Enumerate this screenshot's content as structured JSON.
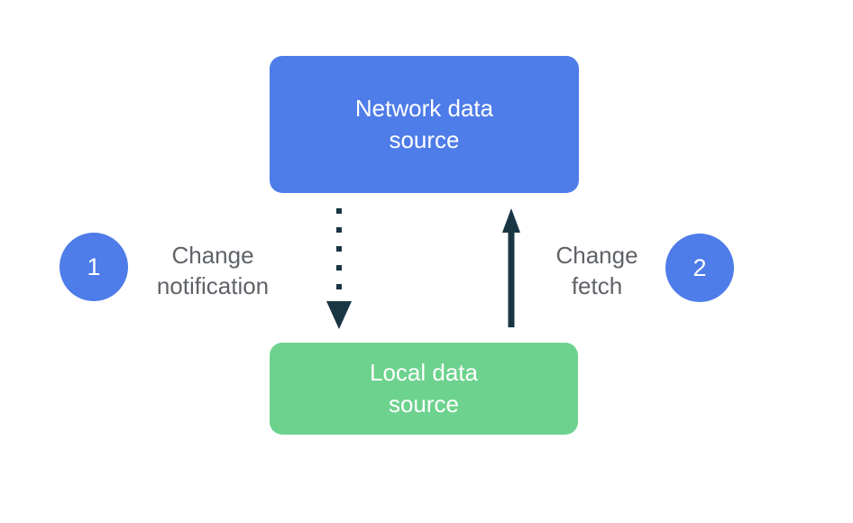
{
  "diagram": {
    "description": "Network to local data source synchronization diagram",
    "colors": {
      "background": "#ffffff",
      "network_box": "#4e7ce8",
      "local_box": "#6dd28e",
      "step_circle": "#4e7ce8",
      "arrow_dark": "#1a3544",
      "label_gray": "#5f6368",
      "box_text": "#ffffff"
    },
    "nodes": {
      "network": {
        "label": "Network data\nsource"
      },
      "local": {
        "label": "Local data\nsource"
      }
    },
    "steps": {
      "notification": {
        "number": "1",
        "label": "Change\nnotification"
      },
      "fetch": {
        "number": "2",
        "label": "Change\nfetch"
      }
    },
    "arrows": {
      "notification": {
        "style": "dotted",
        "direction": "down",
        "from": "Network data source",
        "to": "Local data source"
      },
      "fetch": {
        "style": "solid",
        "direction": "up",
        "from": "Local data source",
        "to": "Network data source"
      }
    }
  }
}
